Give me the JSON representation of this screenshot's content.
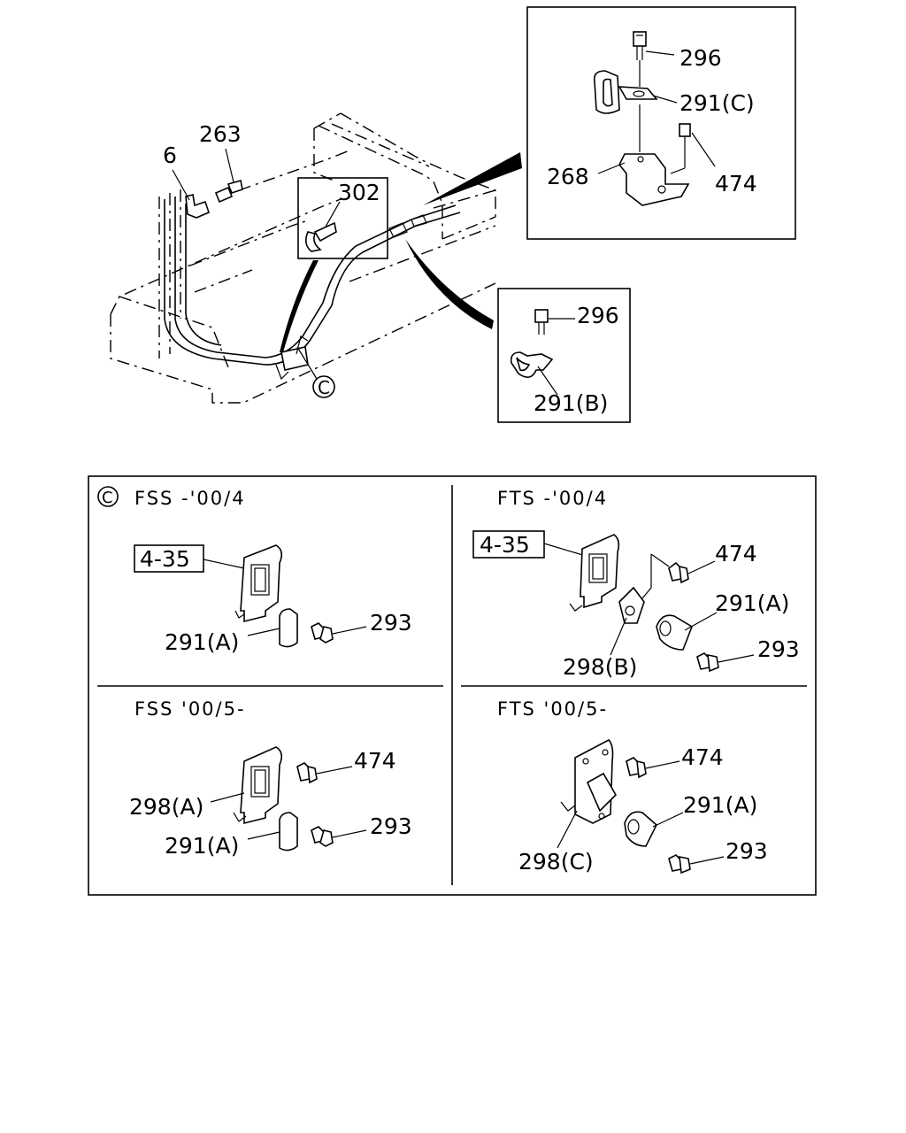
{
  "top": {
    "callouts": {
      "p6": "6",
      "p263": "263",
      "p302": "302",
      "circle_c": "C"
    },
    "inset_upper": {
      "p296": "296",
      "p291c": "291(C)",
      "p268": "268",
      "p474": "474"
    },
    "inset_lower": {
      "p296": "296",
      "p291b": "291(B)"
    }
  },
  "detail": {
    "circle_c": "C",
    "panels": [
      {
        "caption": "FSS -'00/4",
        "ref": "4-35",
        "labels": [
          "291(A)",
          "293"
        ]
      },
      {
        "caption": "FTS -'00/4",
        "ref": "4-35",
        "labels": [
          "474",
          "291(A)",
          "298(B)",
          "293"
        ]
      },
      {
        "caption": "FSS '00/5-",
        "labels": [
          "474",
          "298(A)",
          "291(A)",
          "293"
        ]
      },
      {
        "caption": "FTS '00/5-",
        "labels": [
          "474",
          "291(A)",
          "298(C)",
          "293"
        ]
      }
    ]
  }
}
